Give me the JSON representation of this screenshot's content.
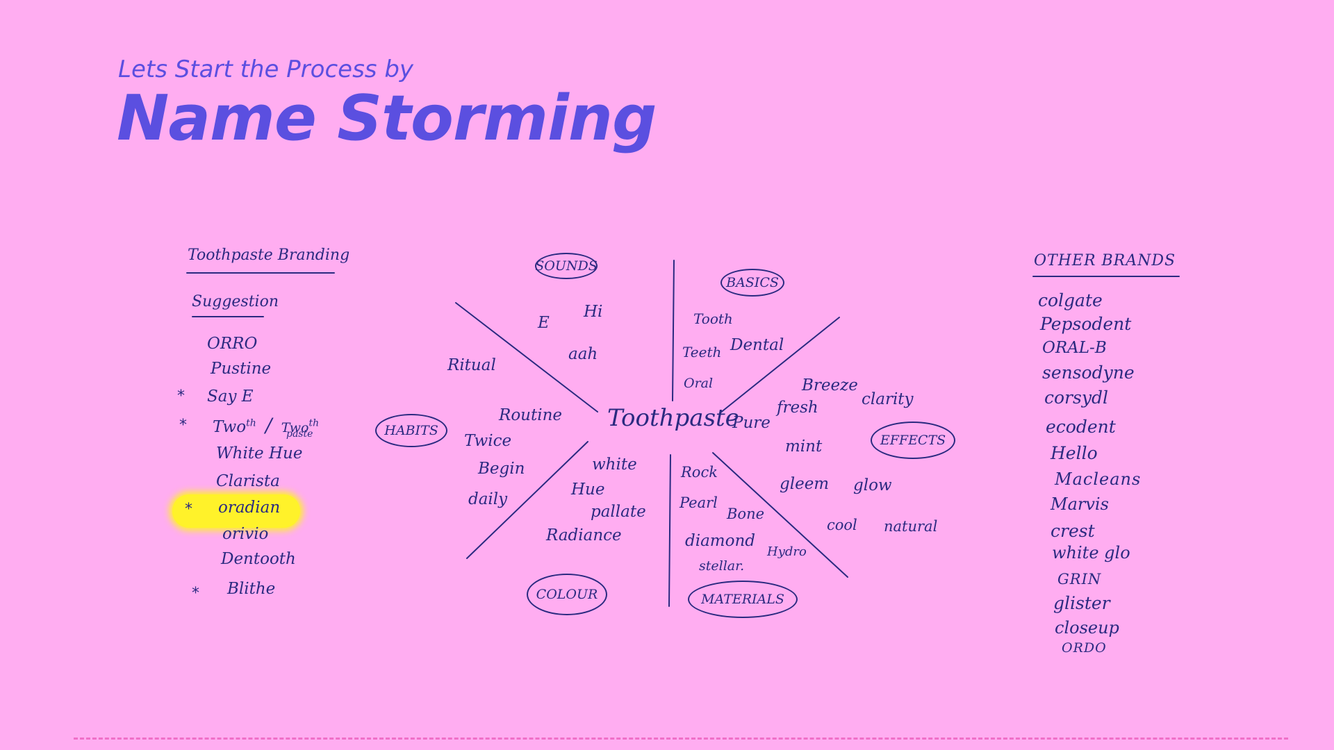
{
  "header": {
    "subtitle": "Lets Start the Process by",
    "title": "Name Storming"
  },
  "left": {
    "heading": "Toothpaste Branding",
    "subheading": "Suggestion",
    "items": [
      "ORRO",
      "Pustine",
      "Say E",
      "Two",
      "th",
      "/",
      "Two",
      "th",
      "paste",
      "White Hue",
      "Clarista",
      "oradian",
      "orivio",
      "Dentooth",
      "Blithe"
    ],
    "star": "*"
  },
  "mindmap": {
    "center": "Toothpaste",
    "categories": [
      "SOUNDS",
      "BASICS",
      "HABITS",
      "EFFECTS",
      "COLOUR",
      "MATERIALS"
    ],
    "sounds": [
      "E",
      "Hi",
      "aah"
    ],
    "basics": [
      "Tooth",
      "Teeth",
      "Dental",
      "Oral"
    ],
    "habits": [
      "Ritual",
      "Routine",
      "Twice",
      "Begin",
      "daily"
    ],
    "effects": [
      "Breeze",
      "clarity",
      "fresh",
      "Pure",
      "mint",
      "gleem",
      "glow",
      "cool",
      "natural"
    ],
    "colour": [
      "white",
      "Hue",
      "pallate",
      "Radiance"
    ],
    "materials": [
      "Rock",
      "Pearl",
      "Bone",
      "diamond",
      "Hydro",
      "stellar."
    ]
  },
  "right": {
    "heading": "OTHER BRANDS",
    "brands": [
      "colgate",
      "Pepsodent",
      "ORAL-B",
      "sensodyne",
      "corsydl",
      "ecodent",
      "Hello",
      "Macleans",
      "Marvis",
      "crest",
      "white glo",
      "GRIN",
      "glister",
      "closeup",
      "ORDO"
    ]
  },
  "colors": {
    "background": "#ffadf1",
    "title": "#5b4fe0",
    "ink": "#2a2a80",
    "highlight": "#fff22a",
    "dashed_rule": "#f070c8"
  }
}
